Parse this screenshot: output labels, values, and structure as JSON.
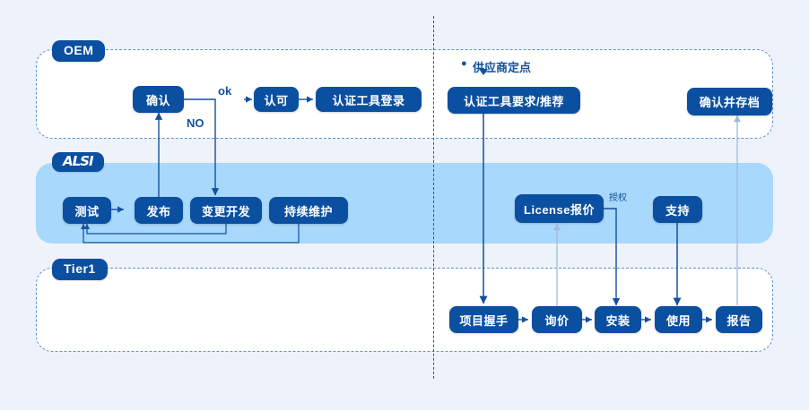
{
  "diagram": {
    "title": "Tool certification and licensing process swimlane",
    "colors": {
      "page_background": "#eef2fa",
      "node_fill": "#0b4fa0",
      "node_text": "#ffffff",
      "alsi_band": "#a8d8fb",
      "lane_border": "#5b8fd4",
      "connector": "#12519e"
    }
  },
  "lanes": [
    {
      "id": "oem",
      "label": "OEM",
      "type": "dashed"
    },
    {
      "id": "alsi",
      "label": "ALSI",
      "type": "solid"
    },
    {
      "id": "tier1",
      "label": "Tier1",
      "type": "dashed"
    }
  ],
  "nodes": {
    "oem": [
      {
        "id": "confirm",
        "label": "确认"
      },
      {
        "id": "approve",
        "label": "认可"
      },
      {
        "id": "tool_login",
        "label": "认证工具登录"
      },
      {
        "id": "tool_require",
        "label": "认证工具要求/推荐"
      },
      {
        "id": "confirm_file",
        "label": "确认并存档"
      }
    ],
    "alsi": [
      {
        "id": "test",
        "label": "测试"
      },
      {
        "id": "release",
        "label": "发布"
      },
      {
        "id": "change_dev",
        "label": "变更开发"
      },
      {
        "id": "maintain",
        "label": "持续维护"
      },
      {
        "id": "license",
        "label": "License报价"
      },
      {
        "id": "support",
        "label": "支持"
      }
    ],
    "tier1": [
      {
        "id": "handshake",
        "label": "项目握手"
      },
      {
        "id": "inquiry",
        "label": "询价"
      },
      {
        "id": "install",
        "label": "安装"
      },
      {
        "id": "use",
        "label": "使用"
      },
      {
        "id": "report",
        "label": "报告"
      }
    ]
  },
  "edge_labels": {
    "ok": "ok",
    "no": "NO",
    "authorize": "授权",
    "supplier_point": "供应商定点",
    "supplier_bullet": "●"
  }
}
